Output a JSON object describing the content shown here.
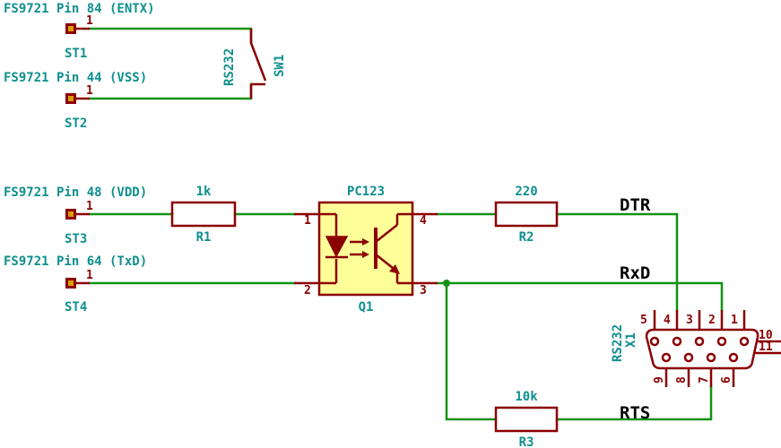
{
  "colors": {
    "wire": "#129212",
    "component": "#8b0000",
    "label": "#0f8f8f",
    "ic_fill": "#ffff99",
    "net": "#000000"
  },
  "connectors": [
    {
      "title": "FS9721 Pin 84 (ENTX)",
      "ref": "ST1",
      "pin": "1"
    },
    {
      "title": "FS9721 Pin 44 (VSS)",
      "ref": "ST2",
      "pin": "1"
    },
    {
      "title": "FS9721 Pin 48 (VDD)",
      "ref": "ST3",
      "pin": "1"
    },
    {
      "title": "FS9721 Pin 64 (TxD)",
      "ref": "ST4",
      "pin": "1"
    }
  ],
  "switch": {
    "value": "RS232",
    "ref": "SW1"
  },
  "resistors": [
    {
      "value": "1k",
      "ref": "R1"
    },
    {
      "value": "220",
      "ref": "R2"
    },
    {
      "value": "10k",
      "ref": "R3"
    }
  ],
  "optocoupler": {
    "value": "PC123",
    "ref": "Q1",
    "pins": [
      "1",
      "2",
      "3",
      "4"
    ]
  },
  "dsub": {
    "value": "RS232",
    "ref": "X1",
    "top_pins": [
      "5",
      "4",
      "3",
      "2",
      "1"
    ],
    "bottom_pins": [
      "9",
      "8",
      "7",
      "6"
    ],
    "shield_pins": [
      "10",
      "11"
    ]
  },
  "nets": {
    "dtr": "DTR",
    "rxd": "RxD",
    "rts": "RTS"
  }
}
